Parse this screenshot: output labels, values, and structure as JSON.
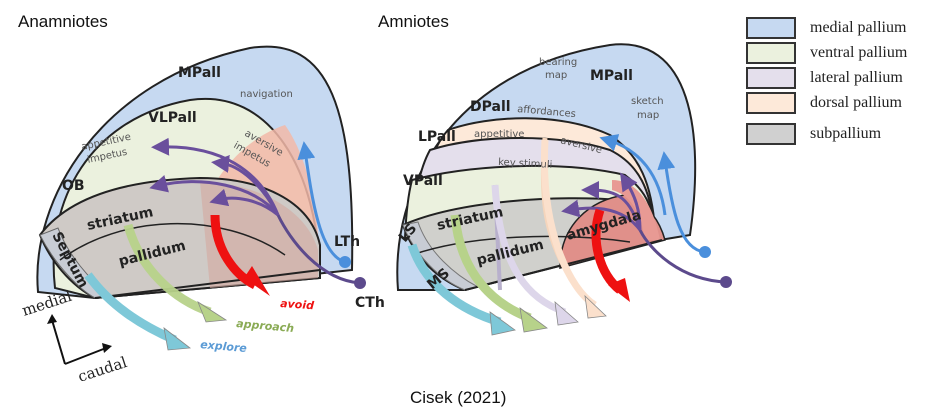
{
  "panels": {
    "left": {
      "title": "Anamniotes",
      "regions": {
        "mpall": "MPall",
        "vlpall": "VLPall",
        "ob": "OB",
        "striatum": "striatum",
        "pallidum": "pallidum",
        "septum": "Septum"
      },
      "annotations": {
        "navigation": "navigation",
        "appetitive_1": "appetitive",
        "appetitive_2": "impetus",
        "aversive_1": "aversive",
        "aversive_2": "impetus"
      },
      "inputs": {
        "lth": "LTh",
        "cth": "CTh"
      },
      "outputs": {
        "avoid": "avoid",
        "approach": "approach",
        "explore": "explore"
      },
      "axes": {
        "medial": "medial",
        "caudal": "caudal"
      }
    },
    "right": {
      "title": "Amniotes",
      "regions": {
        "mpall": "MPall",
        "dpall": "DPall",
        "lpall": "LPall",
        "vpall": "VPall",
        "striatum": "striatum",
        "pallidum": "pallidum",
        "amygdala": "amygdala",
        "ls": "LS",
        "ms": "MS"
      },
      "annotations": {
        "bearing_1": "bearing",
        "bearing_2": "map",
        "sketch_1": "sketch",
        "sketch_2": "map",
        "affordances": "affordances",
        "appetitive": "appetitive",
        "aversive": "aversive",
        "key_stimuli": "key stimuli"
      }
    }
  },
  "legend": {
    "items": [
      {
        "label": "medial pallium",
        "color": "#c6d9f1"
      },
      {
        "label": "ventral pallium",
        "color": "#ebf1de"
      },
      {
        "label": "lateral pallium",
        "color": "#e4dfec"
      },
      {
        "label": "dorsal pallium",
        "color": "#fde9d9"
      },
      {
        "label": "subpallium",
        "color": "#d0d0d0"
      }
    ]
  },
  "colors": {
    "avoid": "#ee1111",
    "approach": "#8aab55",
    "explore": "#5b9bd5",
    "thalamus_lth": "#4a8fdc",
    "thalamus_cth": "#5c4a8c"
  },
  "caption": "Cisek (2021)"
}
